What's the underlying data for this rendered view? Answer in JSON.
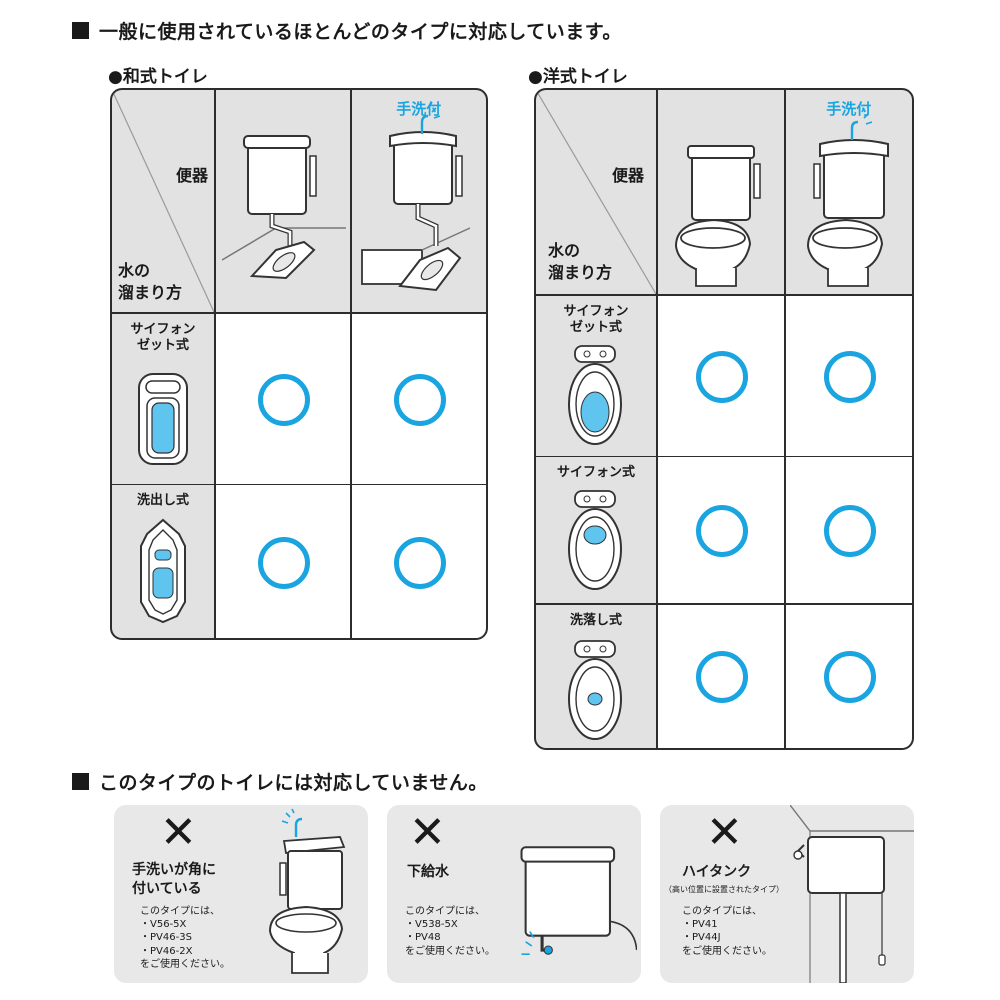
{
  "headings": {
    "supported": "一般に使用されているほとんどのタイプに対応しています。",
    "unsupported": "このタイプのトイレには対応していません。"
  },
  "japanese_table": {
    "title": "●和式トイレ",
    "corner_top": "便器",
    "corner_bottom": [
      "水の",
      "溜まり方"
    ],
    "columns": [
      {
        "badge": ""
      },
      {
        "badge": "手洗付"
      }
    ],
    "rows": [
      {
        "label": [
          "サイフォン",
          "ゼット式"
        ],
        "marks": [
          "circle",
          "circle"
        ]
      },
      {
        "label": [
          "洗出し式"
        ],
        "marks": [
          "circle",
          "circle"
        ]
      }
    ]
  },
  "western_table": {
    "title": "●洋式トイレ",
    "corner_top": "便器",
    "corner_bottom": [
      "水の",
      "溜まり方"
    ],
    "columns": [
      {
        "badge": ""
      },
      {
        "badge": "手洗付"
      }
    ],
    "rows": [
      {
        "label": [
          "サイフォン",
          "ゼット式"
        ],
        "marks": [
          "circle",
          "circle"
        ]
      },
      {
        "label": [
          "サイフォン式"
        ],
        "marks": [
          "circle",
          "circle"
        ]
      },
      {
        "label": [
          "洗落し式"
        ],
        "marks": [
          "circle",
          "circle"
        ]
      }
    ]
  },
  "unsupported_cards": [
    {
      "mark": "✕",
      "title": [
        "手洗いが角に",
        "付いている"
      ],
      "note": "",
      "intro": "このタイプには、",
      "models": [
        "・V56-5X",
        "・PV46-3S",
        "・PV46-2X"
      ],
      "outro": "をご使用ください。"
    },
    {
      "mark": "✕",
      "title": [
        "下給水"
      ],
      "note": "",
      "intro": "このタイプには、",
      "models": [
        "・V538-5X",
        "・PV48"
      ],
      "outro": "をご使用ください。"
    },
    {
      "mark": "✕",
      "title": [
        "ハイタンク"
      ],
      "note": "（高い位置に設置されたタイプ）",
      "intro": "このタイプには、",
      "models": [
        "・PV41",
        "・PV44J"
      ],
      "outro": "をご使用ください。"
    }
  ],
  "colors": {
    "accent": "#1ba5e0",
    "cell_gray": "#e2e2e2",
    "card_bg": "#e8e8e8",
    "water": "#5fc4ee"
  }
}
